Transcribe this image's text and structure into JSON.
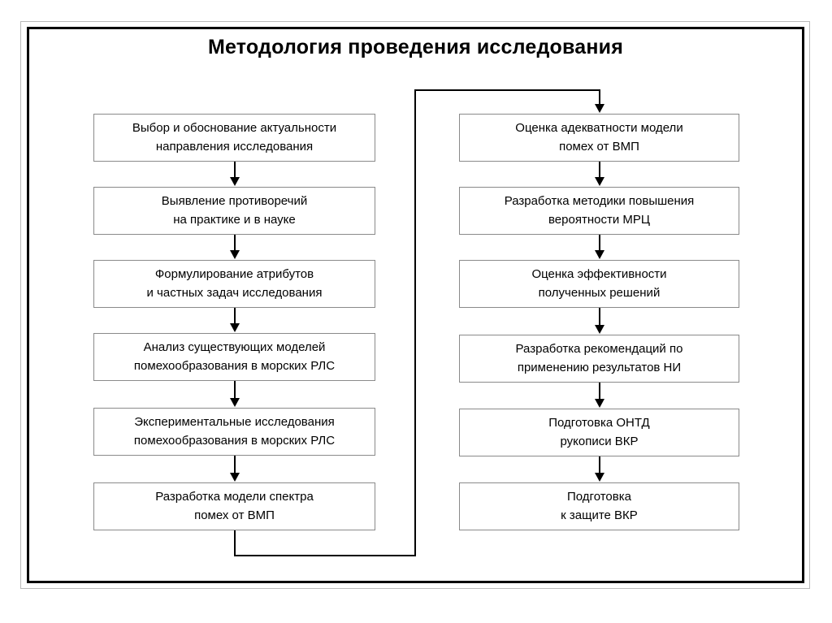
{
  "slide": {
    "title": "Методология проведения исследования",
    "background_color": "#ffffff",
    "frame_color": "#000000",
    "node_border_color": "#8a8a8a",
    "connector_color": "#000000"
  },
  "flow": {
    "left_column": [
      {
        "id": "l1",
        "line1": "Выбор и обоснование актуальности",
        "line2": "направления исследования"
      },
      {
        "id": "l2",
        "line1": "Выявление противоречий",
        "line2": "на практике и в науке"
      },
      {
        "id": "l3",
        "line1": "Формулирование атрибутов",
        "line2": "и частных задач исследования"
      },
      {
        "id": "l4",
        "line1": "Анализ существующих моделей",
        "line2": "помехообразования в морских РЛС"
      },
      {
        "id": "l5",
        "line1": "Экспериментальные исследования",
        "line2": "помехообразования в морских РЛС"
      },
      {
        "id": "l6",
        "line1": "Разработка модели спектра",
        "line2": "помех от ВМП"
      }
    ],
    "right_column": [
      {
        "id": "r1",
        "line1": "Оценка адекватности модели",
        "line2": "помех от ВМП"
      },
      {
        "id": "r2",
        "line1": "Разработка методики повышения",
        "line2": "вероятности МРЦ"
      },
      {
        "id": "r3",
        "line1": "Оценка эффективности",
        "line2": "полученных решений"
      },
      {
        "id": "r4",
        "line1": "Разработка  рекомендаций по",
        "line2": "применению результатов НИ"
      },
      {
        "id": "r5",
        "line1": "Подготовка ОНТД",
        "line2": "рукописи ВКР"
      },
      {
        "id": "r6",
        "line1": "Подготовка",
        "line2": "к защите ВКР"
      }
    ]
  },
  "chart_data": {
    "type": "diagram",
    "title": "Методология проведения исследования",
    "nodes": [
      {
        "id": "l1",
        "column": "left",
        "order": 1,
        "label": "Выбор и обоснование актуальности направления исследования"
      },
      {
        "id": "l2",
        "column": "left",
        "order": 2,
        "label": "Выявление противоречий на практике и в науке"
      },
      {
        "id": "l3",
        "column": "left",
        "order": 3,
        "label": "Формулирование атрибутов и частных задач исследования"
      },
      {
        "id": "l4",
        "column": "left",
        "order": 4,
        "label": "Анализ существующих моделей помехообразования в морских РЛС"
      },
      {
        "id": "l5",
        "column": "left",
        "order": 5,
        "label": "Экспериментальные исследования помехообразования в морских РЛС"
      },
      {
        "id": "l6",
        "column": "left",
        "order": 6,
        "label": "Разработка модели спектра помех от ВМП"
      },
      {
        "id": "r1",
        "column": "right",
        "order": 7,
        "label": "Оценка адекватности модели помех от ВМП"
      },
      {
        "id": "r2",
        "column": "right",
        "order": 8,
        "label": "Разработка методики повышения вероятности МРЦ"
      },
      {
        "id": "r3",
        "column": "right",
        "order": 9,
        "label": "Оценка эффективности полученных решений"
      },
      {
        "id": "r4",
        "column": "right",
        "order": 10,
        "label": "Разработка  рекомендаций по применению результатов НИ"
      },
      {
        "id": "r5",
        "column": "right",
        "order": 11,
        "label": "Подготовка ОНТД рукописи ВКР"
      },
      {
        "id": "r6",
        "column": "right",
        "order": 12,
        "label": "Подготовка к защите ВКР"
      }
    ],
    "edges": [
      {
        "from": "l1",
        "to": "l2",
        "style": "straight-arrow"
      },
      {
        "from": "l2",
        "to": "l3",
        "style": "straight-arrow"
      },
      {
        "from": "l3",
        "to": "l4",
        "style": "straight-arrow"
      },
      {
        "from": "l4",
        "to": "l5",
        "style": "straight-arrow"
      },
      {
        "from": "l5",
        "to": "l6",
        "style": "straight-arrow"
      },
      {
        "from": "l6",
        "to": "r1",
        "style": "routed-down-right-up-right-down-arrow"
      },
      {
        "from": "r1",
        "to": "r2",
        "style": "straight-arrow"
      },
      {
        "from": "r2",
        "to": "r3",
        "style": "straight-arrow"
      },
      {
        "from": "r3",
        "to": "r4",
        "style": "straight-arrow"
      },
      {
        "from": "r4",
        "to": "r5",
        "style": "straight-arrow"
      },
      {
        "from": "r5",
        "to": "r6",
        "style": "straight-arrow"
      }
    ]
  }
}
